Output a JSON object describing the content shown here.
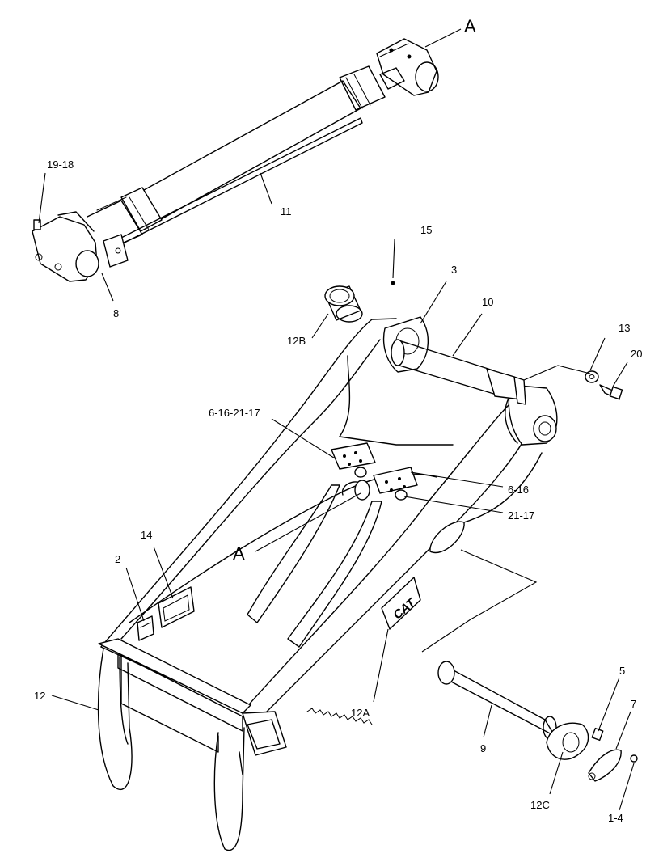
{
  "labels": {
    "A_top": "A",
    "p19_18": "19-18",
    "p11": "11",
    "p8": "8",
    "p15": "15",
    "p3": "3",
    "p10": "10",
    "p12B": "12B",
    "p13": "13",
    "p20": "20",
    "p6_16_21_17": "6-16-21-17",
    "p6_16": "6-16",
    "p21_17": "21-17",
    "A_mid": "A",
    "p14": "14",
    "p2": "2",
    "p12": "12",
    "p12A": "12A",
    "p9": "9",
    "p5": "5",
    "p7": "7",
    "p12C": "12C",
    "p1_4": "1-4"
  },
  "decals": {
    "cat_logo": "CAT"
  }
}
